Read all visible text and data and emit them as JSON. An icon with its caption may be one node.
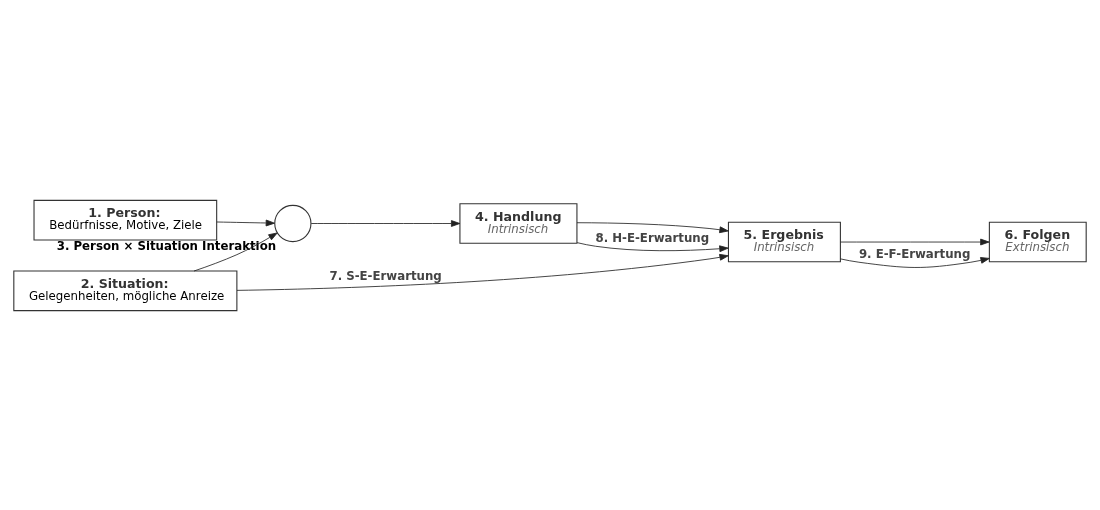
{
  "diagram": {
    "nodes": [
      {
        "text": [
          "1. Person:",
          "Bedürfnisse, Motive, Ziele"
        ]
      },
      {
        "text": [],
        "shape": "circle",
        "beside": [
          "3. Person × Situation Interaktion"
        ]
      },
      {
        "text": [
          "4. Handlung",
          "Intrinsisch"
        ]
      },
      {
        "text": [
          "5. Ergebnis",
          "Intrinsisch"
        ]
      },
      {
        "text": [
          "6. Folgen",
          "Extrinsisch"
        ]
      },
      {
        "text": [
          "2. Situation:",
          "Gelegenheiten, mögliche Anreize"
        ]
      }
    ],
    "edges": [
      {
        "from": 0,
        "to": 1,
        "arrow": "to"
      },
      {
        "from": 5,
        "to": 1,
        "arrow": "to"
      },
      {
        "from": 1,
        "to": 2,
        "arrow": "to"
      },
      {
        "from": 2,
        "to": 3,
        "arrow": "to"
      },
      {
        "from": 3,
        "to": 4,
        "arrow": "to"
      },
      {
        "from": 2,
        "to": 3,
        "arrow": "to",
        "label": "8. H-E-Erwartung"
      },
      {
        "from": 3,
        "to": 4,
        "arrow": "to",
        "label": "9. E-F-Erwartung"
      },
      {
        "from": 5,
        "to": 3,
        "arrow": "to",
        "label": "7. S-E-Erwartung"
      }
    ]
  }
}
